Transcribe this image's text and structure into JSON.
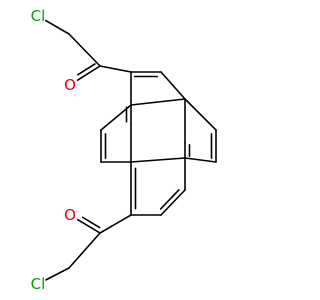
{
  "molecule": {
    "atoms": {
      "cl_top": {
        "symbol": "Cl",
        "color": "#00a000"
      },
      "o_top": {
        "symbol": "O",
        "color": "#e8000b"
      },
      "o_bottom": {
        "symbol": "O",
        "color": "#e8000b"
      },
      "cl_bottom": {
        "symbol": "Cl",
        "color": "#00a000"
      }
    },
    "bond_color": "#000000"
  }
}
